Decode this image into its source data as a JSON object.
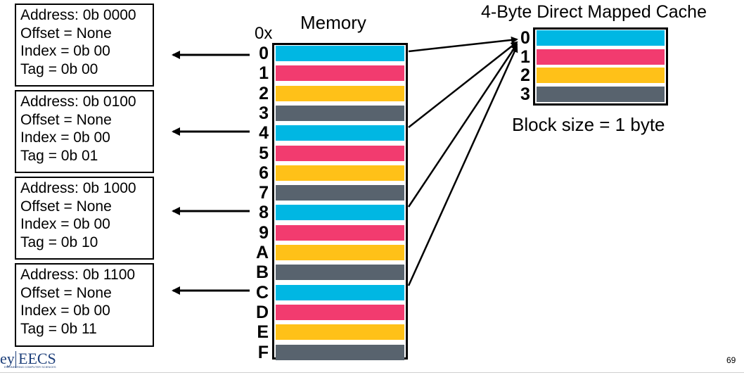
{
  "memory": {
    "title": "Memory",
    "prefix": "0x",
    "rows": [
      "0",
      "1",
      "2",
      "3",
      "4",
      "5",
      "6",
      "7",
      "8",
      "9",
      "A",
      "B",
      "C",
      "D",
      "E",
      "F"
    ]
  },
  "cache": {
    "title": "4-Byte Direct Mapped Cache",
    "rows": [
      "0",
      "1",
      "2",
      "3"
    ],
    "note": "Block size = 1 byte"
  },
  "colors": {
    "cyan": "#00b7e3",
    "pink": "#f23b6f",
    "yellow": "#ffc118",
    "gray": "#58636e"
  },
  "address_boxes": [
    {
      "address": "Address: 0b 0000",
      "offset": "Offset = None",
      "index": "Index = 0b 00",
      "tag": "Tag = 0b 00"
    },
    {
      "address": "Address: 0b 0100",
      "offset": "Offset = None",
      "index": "Index = 0b 00",
      "tag": "Tag = 0b 01"
    },
    {
      "address": "Address: 0b 1000",
      "offset": "Offset = None",
      "index": "Index = 0b 00",
      "tag": "Tag = 0b 10"
    },
    {
      "address": "Address: 0b 1100",
      "offset": "Offset = None",
      "index": "Index = 0b 00",
      "tag": "Tag = 0b 11"
    }
  ],
  "footer": {
    "logo_left": "ey",
    "logo_right": "EECS",
    "logo_sub": "ENGINEERING COMPUTER SCIENCES",
    "page": "69"
  }
}
